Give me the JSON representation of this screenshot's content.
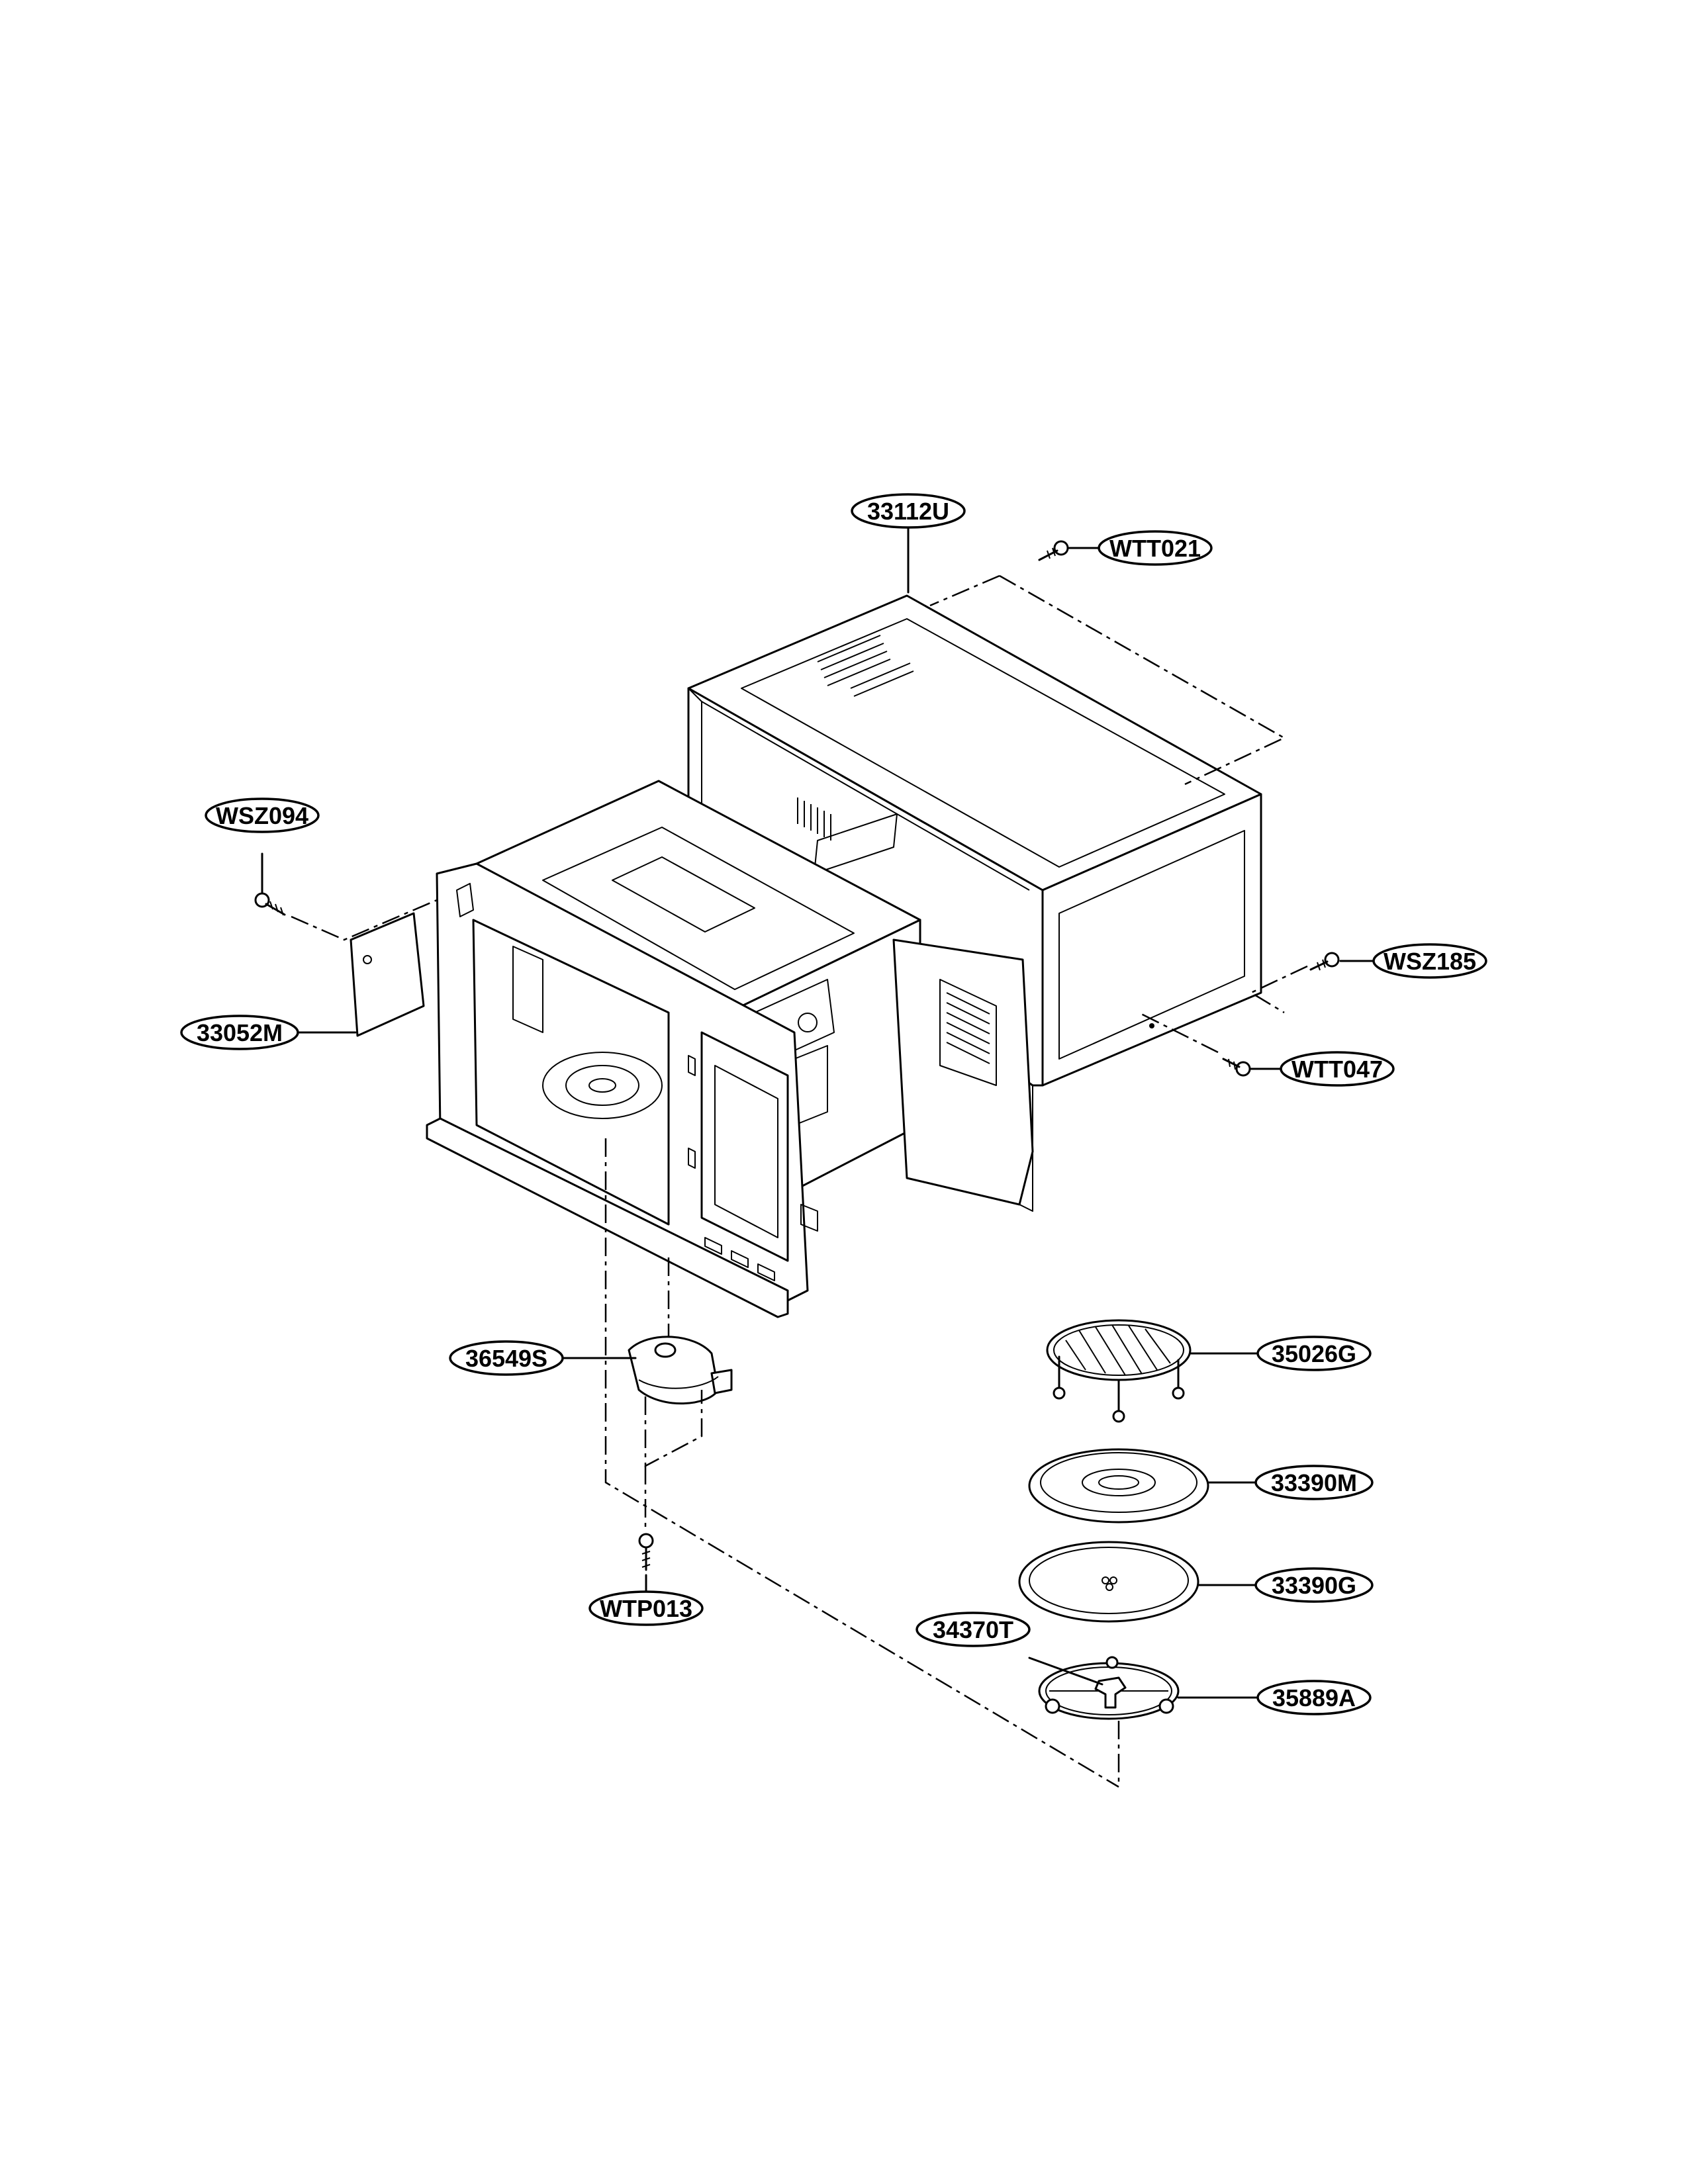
{
  "parts": {
    "p33112U": "33112U",
    "pWTT021": "WTT021",
    "pWSZ094": "WSZ094",
    "p33052M": "33052M",
    "pWSZ185": "WSZ185",
    "pWTT047": "WTT047",
    "p36549S": "36549S",
    "p35026G": "35026G",
    "p33390M": "33390M",
    "p33390G": "33390G",
    "p34370T": "34370T",
    "p35889A": "35889A",
    "pWTP013": "WTP013"
  }
}
